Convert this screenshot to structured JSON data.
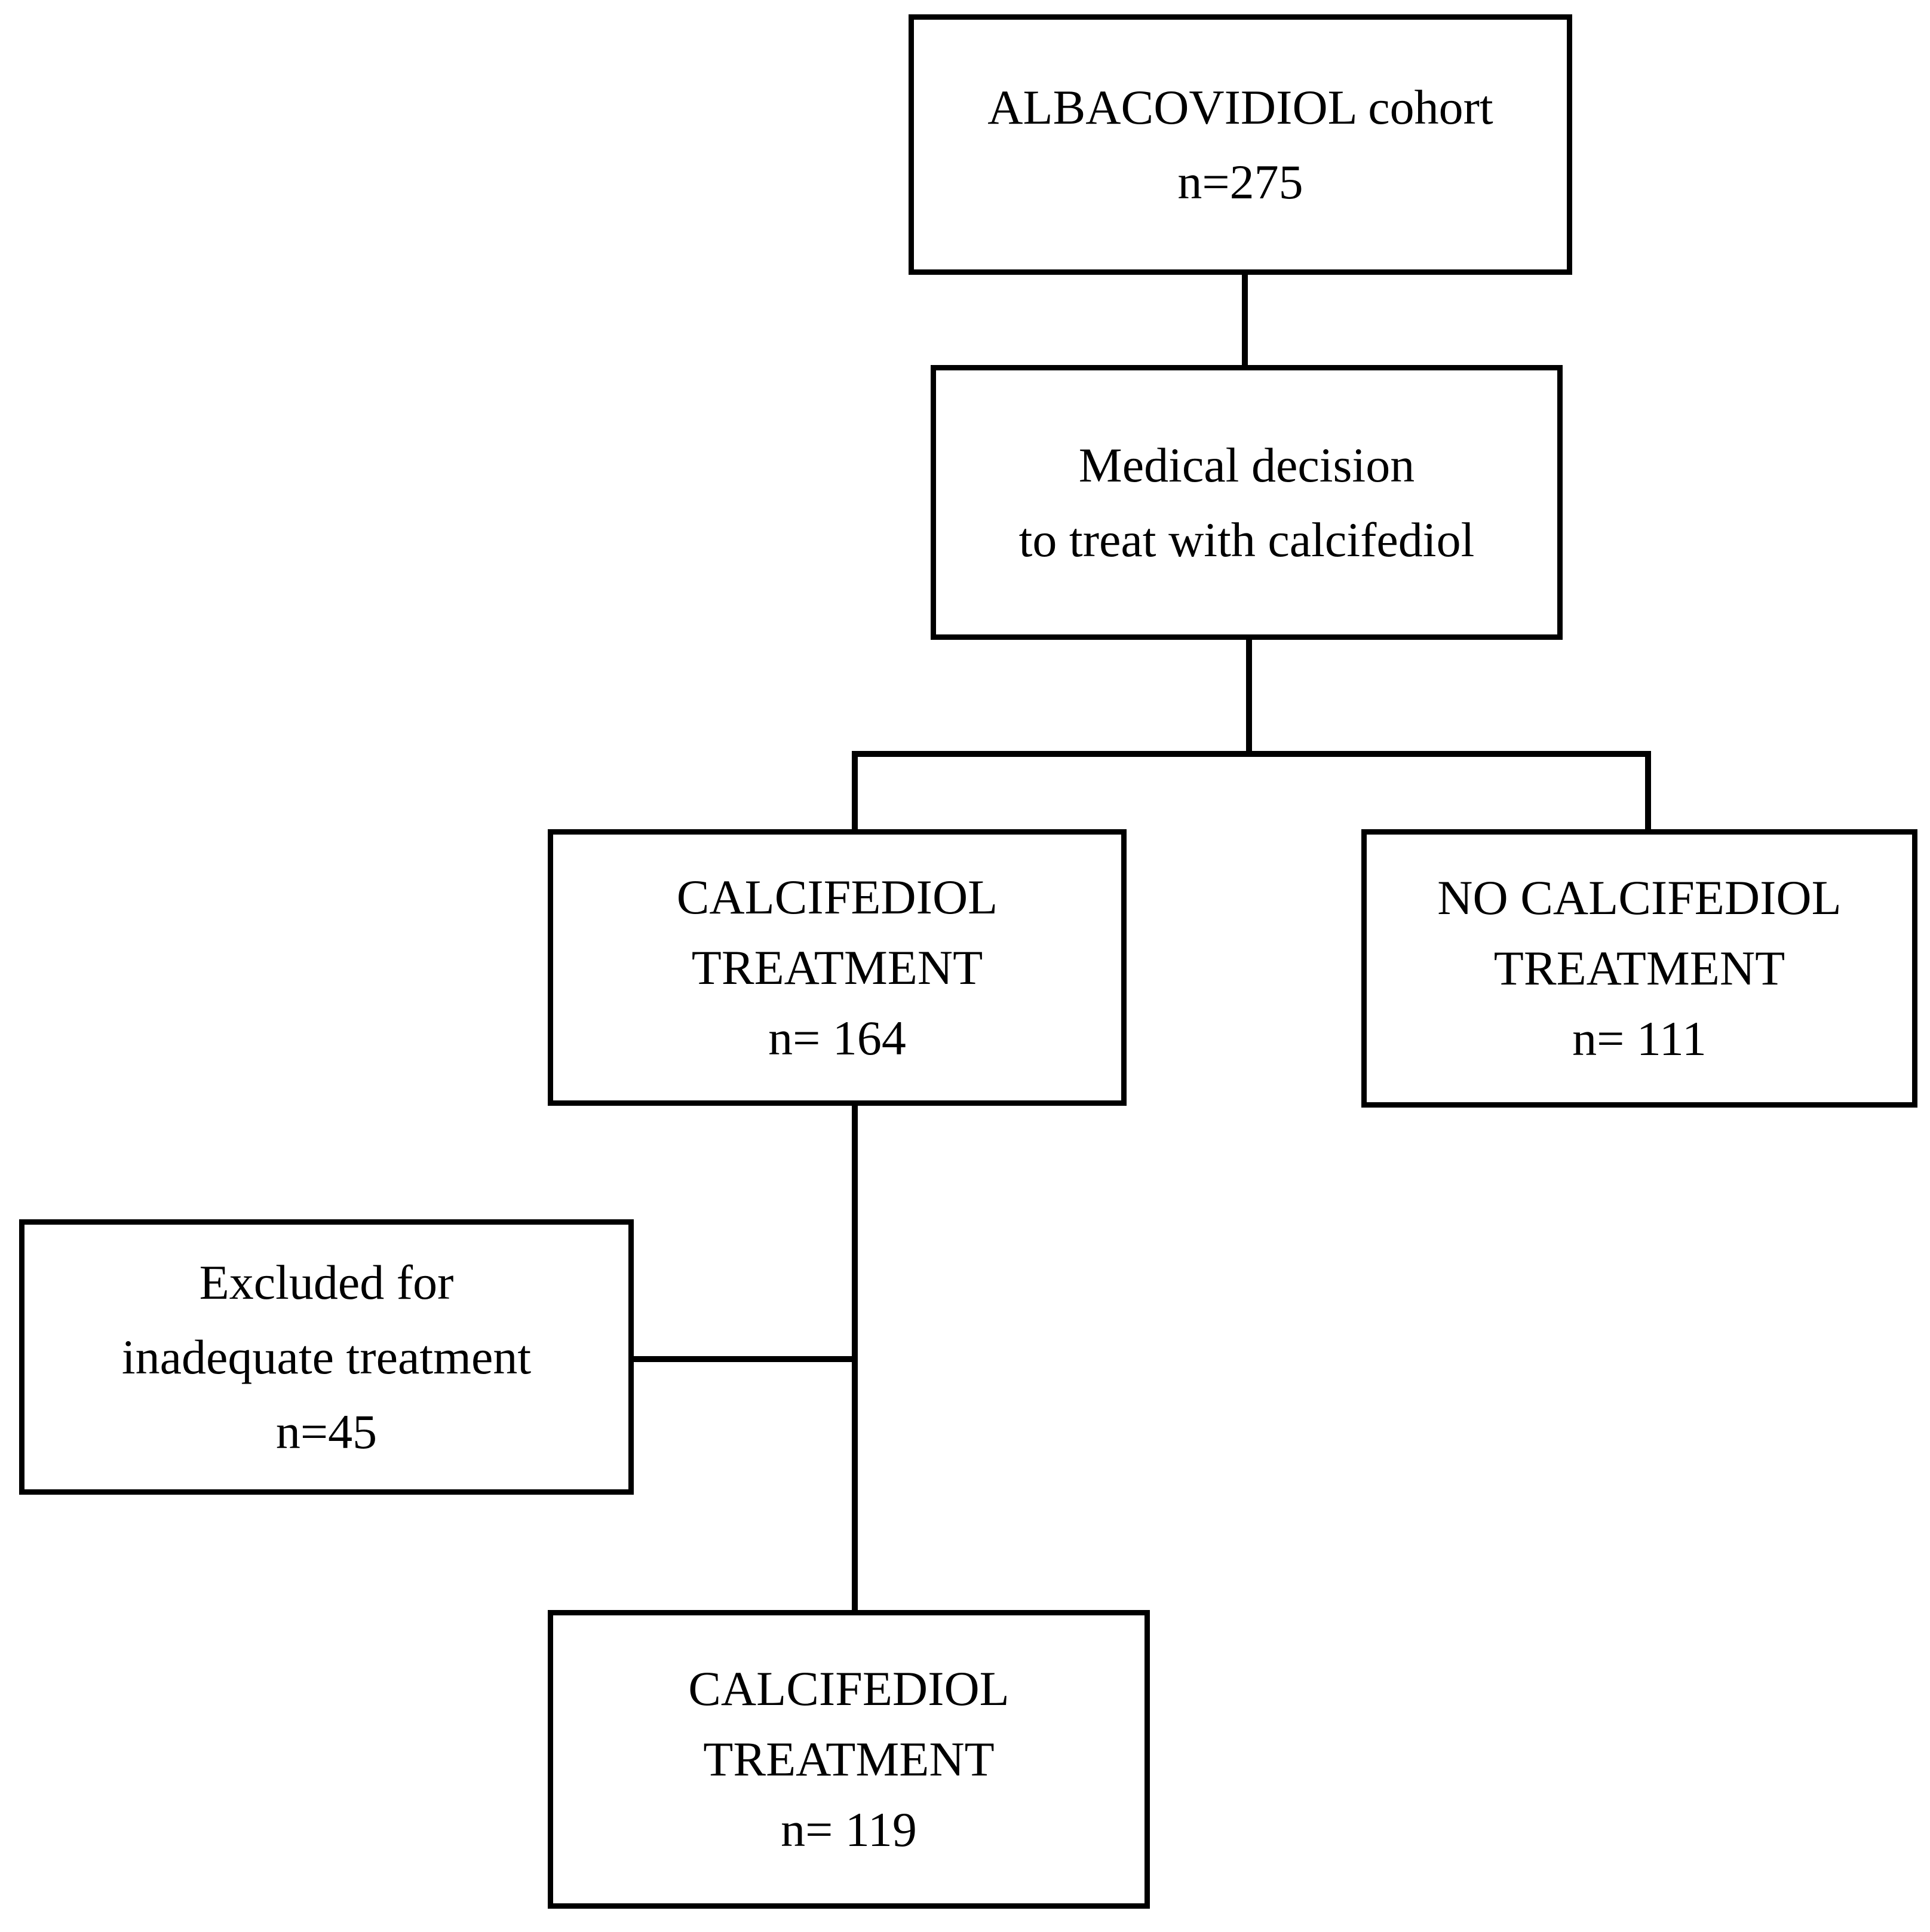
{
  "nodes": {
    "cohort": {
      "lines": [
        "ALBACOVIDIOL cohort",
        "n=275"
      ]
    },
    "decision": {
      "lines": [
        "Medical decision",
        "to treat with calcifediol"
      ]
    },
    "treated": {
      "lines": [
        "CALCIFEDIOL",
        "TREATMENT",
        "n= 164"
      ]
    },
    "untreated": {
      "lines": [
        "NO CALCIFEDIOL",
        "TREATMENT",
        "n= 111"
      ]
    },
    "excluded": {
      "lines": [
        "Excluded for",
        "inadequate treatment",
        "n=45"
      ]
    },
    "final": {
      "lines": [
        "CALCIFEDIOL",
        "TREATMENT",
        "n= 119"
      ]
    }
  },
  "edges": [
    {
      "from": "cohort",
      "to": "decision"
    },
    {
      "from": "decision",
      "to": "treated"
    },
    {
      "from": "decision",
      "to": "untreated"
    },
    {
      "from": "treated",
      "to": "final"
    },
    {
      "from": "treated",
      "to": "excluded"
    }
  ],
  "colors": {
    "stroke": "#000000",
    "fill": "#ffffff",
    "text": "#000000"
  }
}
